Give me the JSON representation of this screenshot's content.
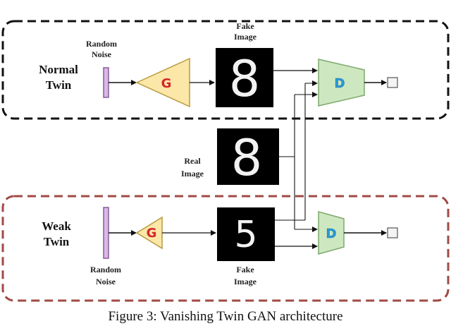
{
  "normal_twin": {
    "label_line1": "Normal",
    "label_line2": "Twin",
    "noise_line1": "Random",
    "noise_line2": "Noise",
    "generator": "G",
    "fake_line1": "Fake",
    "fake_line2": "Image",
    "fake_digit": "8",
    "discriminator": "D",
    "border_color": "#111111"
  },
  "real": {
    "label_line1": "Real",
    "label_line2": "Image",
    "digit": "8"
  },
  "weak_twin": {
    "label_line1": "Weak",
    "label_line2": "Twin",
    "noise_line1": "Random",
    "noise_line2": "Noise",
    "generator": "G",
    "fake_line1": "Fake",
    "fake_line2": "Image",
    "fake_digit": "5",
    "discriminator": "D",
    "border_color": "#a04a45"
  },
  "colors": {
    "noise_fill": "#d9b8e6",
    "noise_stroke": "#8a5c9e",
    "generator_fill": "#fbe7a8",
    "generator_stroke": "#b89a3e",
    "generator_text": "#d6262a",
    "discriminator_fill": "#cde8c0",
    "discriminator_stroke": "#7ea96c",
    "discriminator_text": "#2a9ad6"
  },
  "caption": "Figure 3: Vanishing Twin GAN architecture"
}
